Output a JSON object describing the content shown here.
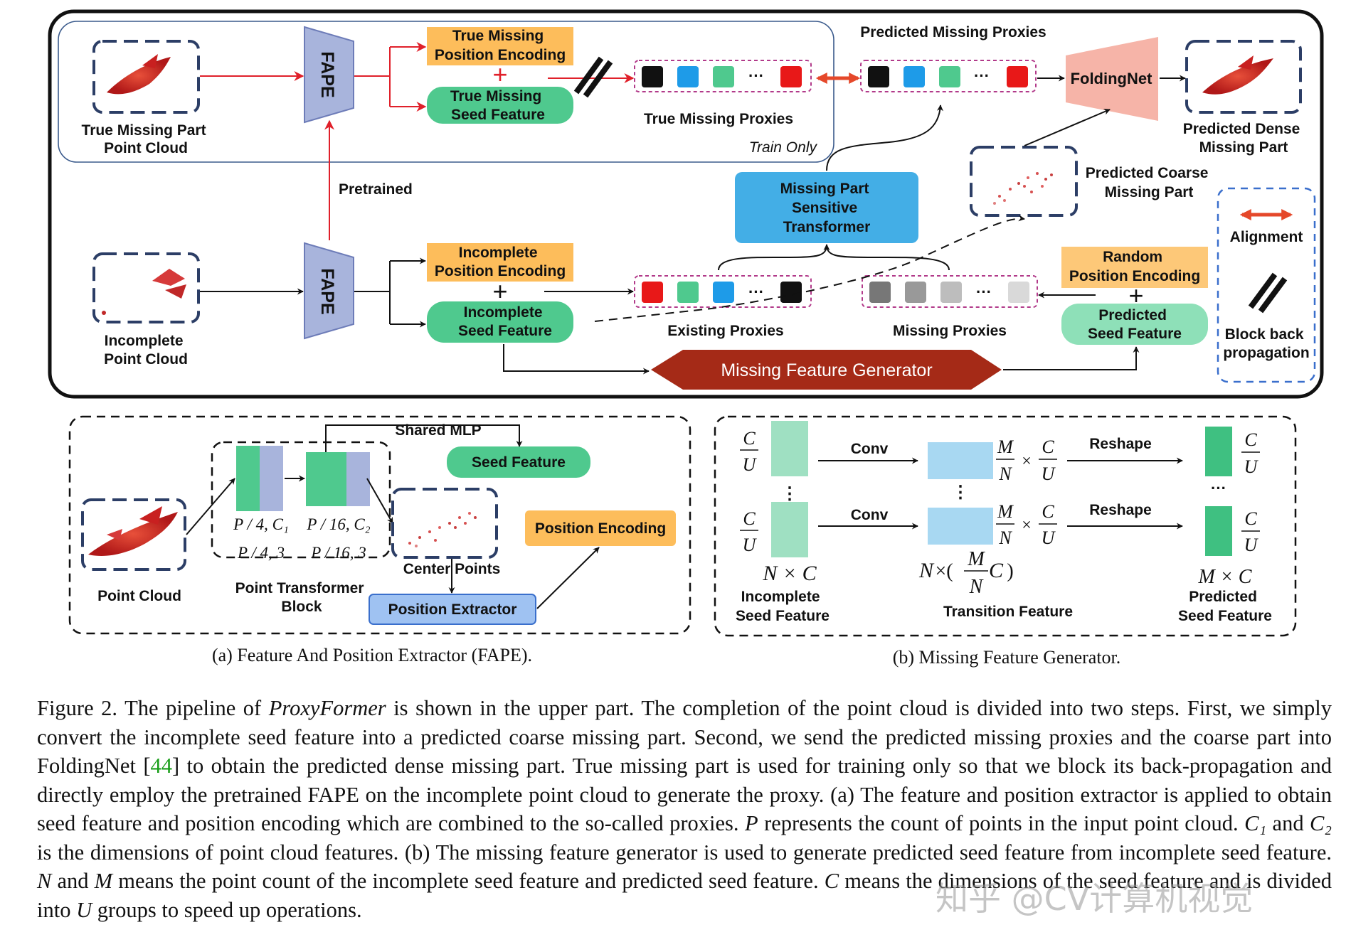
{
  "top": {
    "true_missing_part": [
      "True Missing Part",
      "Point Cloud"
    ],
    "fape": "FAPE",
    "true_missing_position_encoding": [
      "True Missing",
      "Position Encoding"
    ],
    "true_missing_seed_feature": [
      "True Missing",
      "Seed Feature"
    ],
    "true_missing_proxies": "True Missing Proxies",
    "train_only": "Train Only",
    "predicted_missing_proxies": "Predicted Missing Proxies",
    "foldingnet": "FoldingNet",
    "predicted_dense_missing_part": [
      "Predicted Dense",
      "Missing Part"
    ],
    "pretrained": "Pretrained",
    "mpst": [
      "Missing Part",
      "Sensitive",
      "Transformer"
    ],
    "predicted_coarse_missing_part": [
      "Predicted Coarse",
      "Missing Part"
    ],
    "incomplete_point_cloud": [
      "Incomplete",
      "Point Cloud"
    ],
    "incomplete_position_encoding": [
      "Incomplete",
      "Position Encoding"
    ],
    "incomplete_seed_feature": [
      "Incomplete",
      "Seed Feature"
    ],
    "existing_proxies": "Existing Proxies",
    "missing_proxies": "Missing Proxies",
    "random_position_encoding": [
      "Random",
      "Position Encoding"
    ],
    "predicted_seed_feature": [
      "Predicted",
      "Seed Feature"
    ],
    "missing_feature_generator": "Missing Feature Generator",
    "legend_alignment": "Alignment",
    "legend_block": [
      "Block back",
      "propagation"
    ],
    "ellipsis": "···"
  },
  "panel_a": {
    "shared_mlp": "Shared MLP",
    "seed_feature": "Seed Feature",
    "point_cloud": "Point Cloud",
    "block1_top": "P / 4, C₁",
    "block1_bottom": "P / 4,  3",
    "block2_top": "P / 16, C₂",
    "block2_bottom": "P / 16,  3",
    "point_transformer_block": [
      "Point Transformer",
      "Block"
    ],
    "center_points": "Center Points",
    "position_encoding": "Position Encoding",
    "position_extractor": "Position Extractor",
    "caption": "(a) Feature And Position Extractor (FAPE)."
  },
  "panel_b": {
    "conv": "Conv",
    "reshape": "Reshape",
    "C": "C",
    "U": "U",
    "M": "M",
    "N": "N",
    "times": "×",
    "vdots": "⋮",
    "hdots": "···",
    "nxc": "N × C",
    "transition_dims": "N × (M/N C)",
    "mxc": "M × C",
    "incomplete_seed_feature": [
      "Incomplete",
      "Seed Feature"
    ],
    "transition_feature": "Transition Feature",
    "predicted_seed_feature": [
      "Predicted",
      "Seed Feature"
    ],
    "caption": "(b) Missing Feature Generator."
  },
  "caption": {
    "label": "Figure 2.",
    "s1": "The pipeline of ",
    "name": "ProxyFormer",
    "s2": " is shown in the upper part. The completion of the point cloud is divided into two steps. First, we simply convert the incomplete seed feature into a predicted coarse missing part. Second, we send the predicted missing proxies and the coarse part into FoldingNet [",
    "ref": "44",
    "s3": "] to obtain the predicted dense missing part. True missing part is used for training only so that we block its back-propagation and directly employ the pretrained FAPE on the incomplete point cloud to generate the proxy. (a) The feature and position extractor is applied to obtain seed feature and position encoding which are combined to the so-called proxies. ",
    "P": "P",
    "s4": " represents the count of points in the input point cloud. ",
    "C1": "C₁",
    "s5": " and ",
    "C2": "C₂",
    "s6": " is the dimensions of point cloud features. (b) The missing feature generator is used to generate predicted seed feature from incomplete seed feature. ",
    "N": "N",
    "s7": " and ",
    "M": "M",
    "s8": " means the point count of the incomplete seed feature and predicted seed feature. ",
    "C": "C",
    "s9": " means the dimensions of the seed feature and is divided into ",
    "U": "U",
    "s10": " groups to speed up operations."
  },
  "watermark": "知乎 @CV计算机视觉",
  "colors": {
    "orange_box": "#fdbd5b",
    "green_box": "#4fc98e",
    "fape": "#a8b4dc",
    "mpst": "#43aee6",
    "mfg": "#a52a17",
    "foldingnet": "#f6b4a8",
    "red_arrow": "#e0202a",
    "align_arrow": "#e5482a",
    "dash_border": "#2c3e66"
  }
}
